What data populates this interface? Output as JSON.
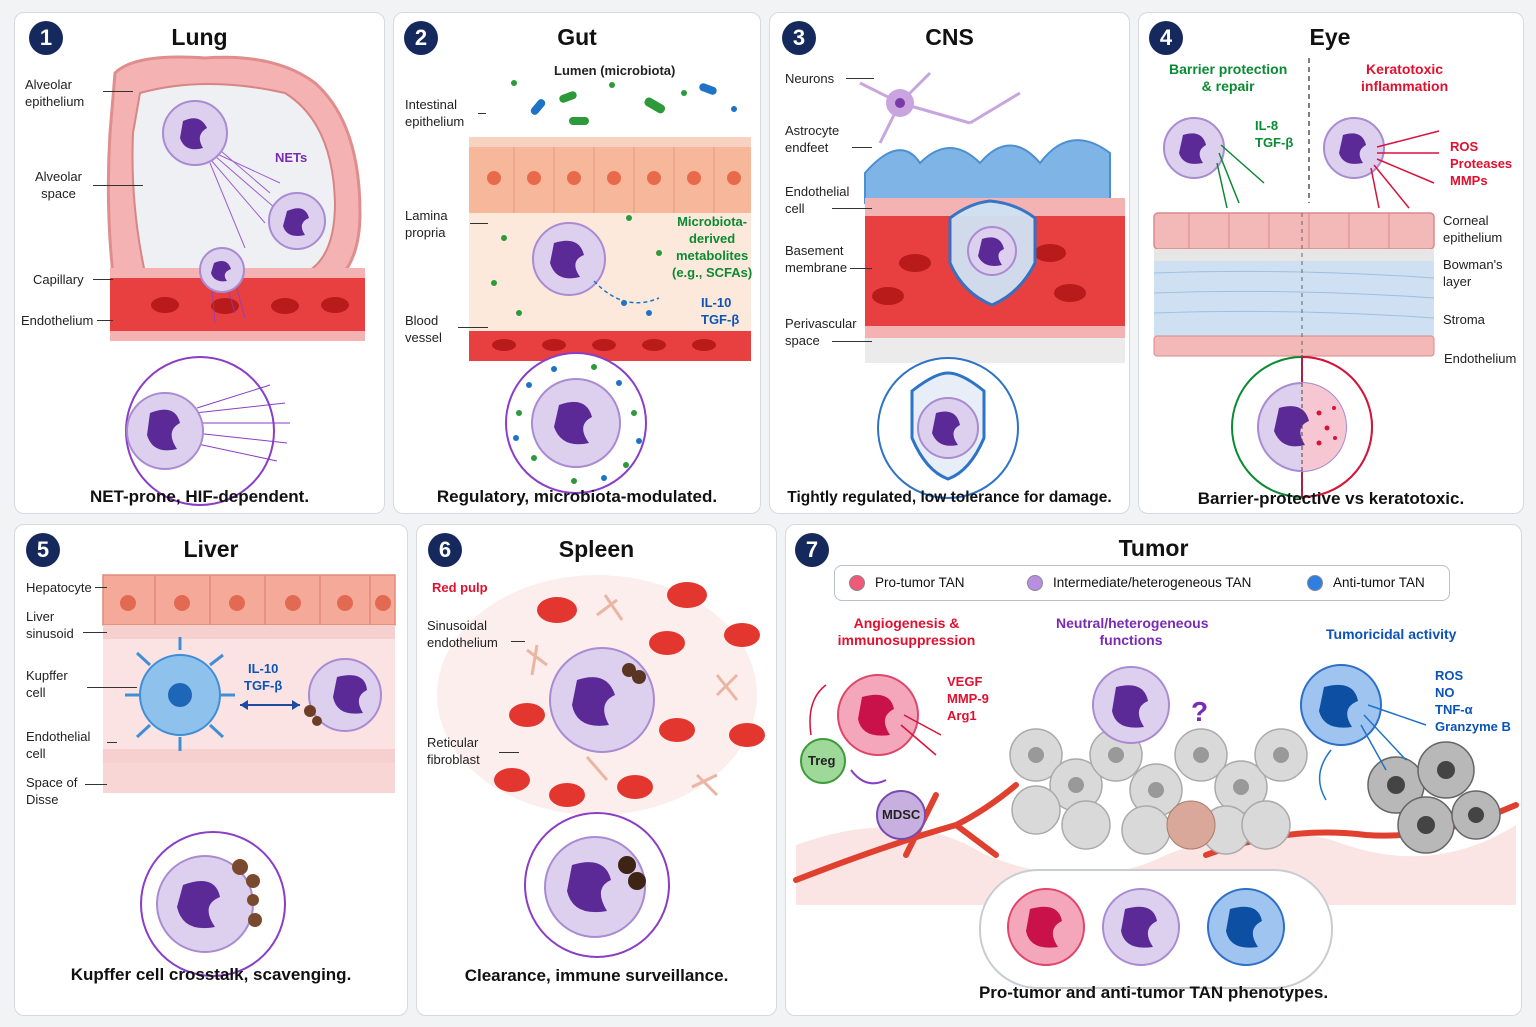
{
  "panels": [
    {
      "num": "1",
      "title": "Lung",
      "caption": "NET-prone, HIF-dependent.",
      "labels": {
        "alveolar_epithelium": "Alveolar\nepithelium",
        "alveolar_space": "Alveolar\nspace",
        "capillary": "Capillary",
        "endothelium": "Endothelium",
        "nets": "NETs"
      }
    },
    {
      "num": "2",
      "title": "Gut",
      "caption": "Regulatory, microbiota-modulated.",
      "labels": {
        "lumen": "Lumen (microbiota)",
        "intestinal_epithelium": "Intestinal\nepithelium",
        "lamina_propria": "Lamina\npropria",
        "blood_vessel": "Blood\nvessel",
        "metabolites": "Microbiota-\nderived\nmetabolites\n(e.g., SCFAs)",
        "cytokines": "IL-10\nTGF-β"
      }
    },
    {
      "num": "3",
      "title": "CNS",
      "caption": "Tightly regulated, low tolerance for damage.",
      "labels": {
        "neurons": "Neurons",
        "astrocyte": "Astrocyte\nendfeet",
        "endothelial_cell": "Endothelial\ncell",
        "basement": "Basement\nmembrane",
        "perivascular": "Perivascular\nspace"
      }
    },
    {
      "num": "4",
      "title": "Eye",
      "caption": "Barrier-protective vs keratotoxic.",
      "labels": {
        "barrier": "Barrier protection\n& repair",
        "keratotoxic": "Keratotoxic\ninflammation",
        "il8": "IL-8\nTGF-β",
        "ros": "ROS\nProteases\nMMPs",
        "corneal": "Corneal\nepithelium",
        "bowman": "Bowman's\nlayer",
        "stroma": "Stroma",
        "endothelium": "Endothelium"
      }
    },
    {
      "num": "5",
      "title": "Liver",
      "caption": "Kupffer cell crosstalk, scavenging.",
      "labels": {
        "hepatocyte": "Hepatocyte",
        "sinusoid": "Liver\nsinusoid",
        "kupffer": "Kupffer\ncell",
        "endothelial": "Endothelial\ncell",
        "disse": "Space of\nDisse",
        "cytokines": "IL-10\nTGF-β"
      }
    },
    {
      "num": "6",
      "title": "Spleen",
      "caption": "Clearance, immune surveillance.",
      "labels": {
        "red_pulp": "Red pulp",
        "sinusoidal": "Sinusoidal\nendothelium",
        "reticular": "Reticular\nfibroblast"
      }
    },
    {
      "num": "7",
      "title": "Tumor",
      "caption": "Pro-tumor and anti-tumor TAN phenotypes.",
      "legend": [
        "Pro-tumor TAN",
        "Intermediate/heterogeneous TAN",
        "Anti-tumor TAN"
      ],
      "labels": {
        "angio": "Angiogenesis &\nimmunosuppression",
        "neutral": "Neutral/heterogeneous\nfunctions",
        "tumoricidal": "Tumoricidal activity",
        "vegf": "VEGF\nMMP-9\nArg1",
        "ros": "ROS\nNO\nTNF-α\nGranzyme B",
        "treg": "Treg",
        "mdsc": "MDSC",
        "question": "?"
      }
    }
  ],
  "colors": {
    "badge": "#15295c",
    "pro_tumor": "#f0597a",
    "intermediate": "#b78ee0",
    "anti_tumor": "#2f7fe0",
    "neutrophil": "#c9b6e6",
    "nucleus": "#5b2a97"
  }
}
